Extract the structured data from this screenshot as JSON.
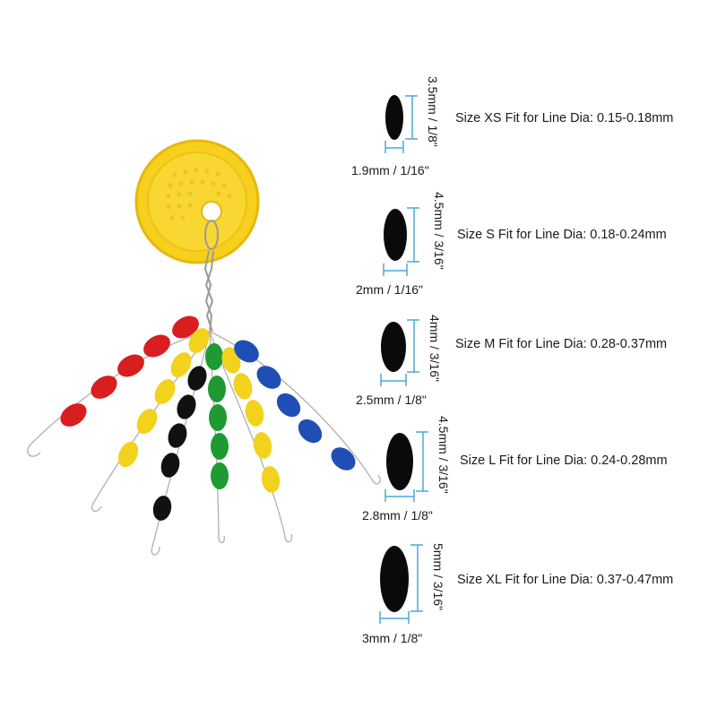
{
  "sizes": [
    {
      "height_label": "3.5mm / 1/8\"",
      "width_label": "1.9mm / 1/16\"",
      "description": "Size XS Fit for Line Dia: 0.15-0.18mm"
    },
    {
      "height_label": "4.5mm / 3/16\"",
      "width_label": "2mm / 1/16\"",
      "description": "Size S Fit for Line Dia: 0.18-0.24mm"
    },
    {
      "height_label": "4mm / 3/16\"",
      "width_label": "2.5mm / 1/8\"",
      "description": "Size M Fit for Line Dia: 0.28-0.37mm"
    },
    {
      "height_label": "4.5mm / 3/16\"",
      "width_label": "2.8mm / 1/8\"",
      "description": "Size L Fit for Line Dia: 0.24-0.28mm"
    },
    {
      "height_label": "5mm / 3/16\"",
      "width_label": "3mm / 1/8\"",
      "description": "Size XL Fit for Line Dia: 0.37-0.47mm"
    }
  ],
  "colors": {
    "bead_black": "#0a0a0a",
    "dimension_line": "#4aa8d8",
    "card_yellow": "#f7d21a",
    "bead_red": "#d81e1e",
    "bead_yellow": "#f2d21c",
    "bead_green": "#1f9a32",
    "bead_blue": "#1f4fb4",
    "wire": "#9a9a9a"
  },
  "icons": [
    "bead-stopper-product-photo",
    "bead-silhouette-icon",
    "dimension-arrow-icon"
  ]
}
